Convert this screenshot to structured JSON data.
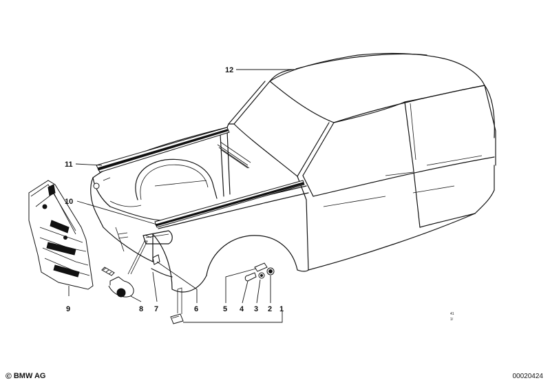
{
  "callouts": [
    {
      "id": "1",
      "label": "1"
    },
    {
      "id": "2",
      "label": "2"
    },
    {
      "id": "3",
      "label": "3"
    },
    {
      "id": "4",
      "label": "4"
    },
    {
      "id": "5",
      "label": "5"
    },
    {
      "id": "6",
      "label": "6"
    },
    {
      "id": "7",
      "label": "7"
    },
    {
      "id": "8",
      "label": "8"
    },
    {
      "id": "9",
      "label": "9"
    },
    {
      "id": "10",
      "label": "10"
    },
    {
      "id": "11",
      "label": "11"
    },
    {
      "id": "12",
      "label": "12"
    }
  ],
  "footer": {
    "brand": "BMW AG",
    "copyright_symbol": "©",
    "diagram_number": "00020424"
  },
  "corner_code": {
    "line1": "41",
    "line2": "1/"
  }
}
